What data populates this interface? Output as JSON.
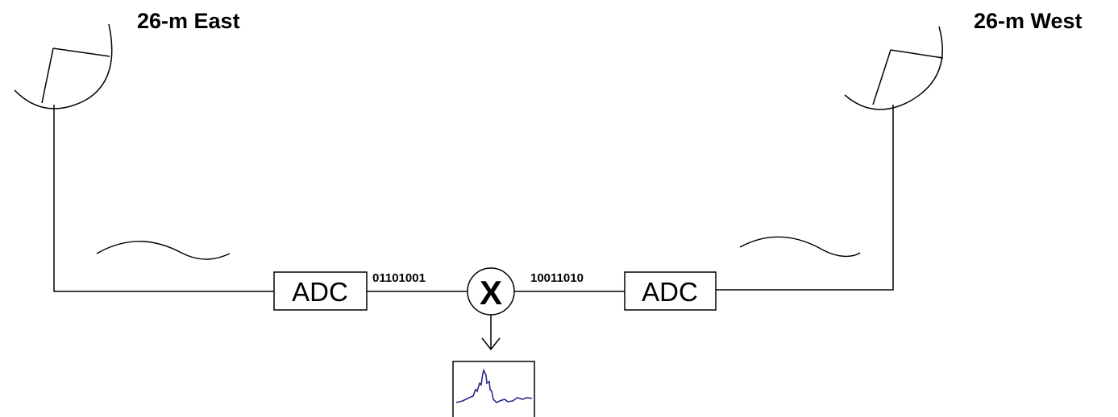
{
  "antennas": {
    "east": {
      "label": "26-m East"
    },
    "west": {
      "label": "26-m West"
    }
  },
  "digitizers": {
    "east": {
      "label": "ADC",
      "bits": "01101001"
    },
    "west": {
      "label": "ADC",
      "bits": "10011010"
    }
  },
  "correlator": {
    "symbol": "X"
  },
  "colors": {
    "lines": "#000000",
    "spectrum_trace": "#2a2a8a",
    "background": "#ffffff"
  }
}
